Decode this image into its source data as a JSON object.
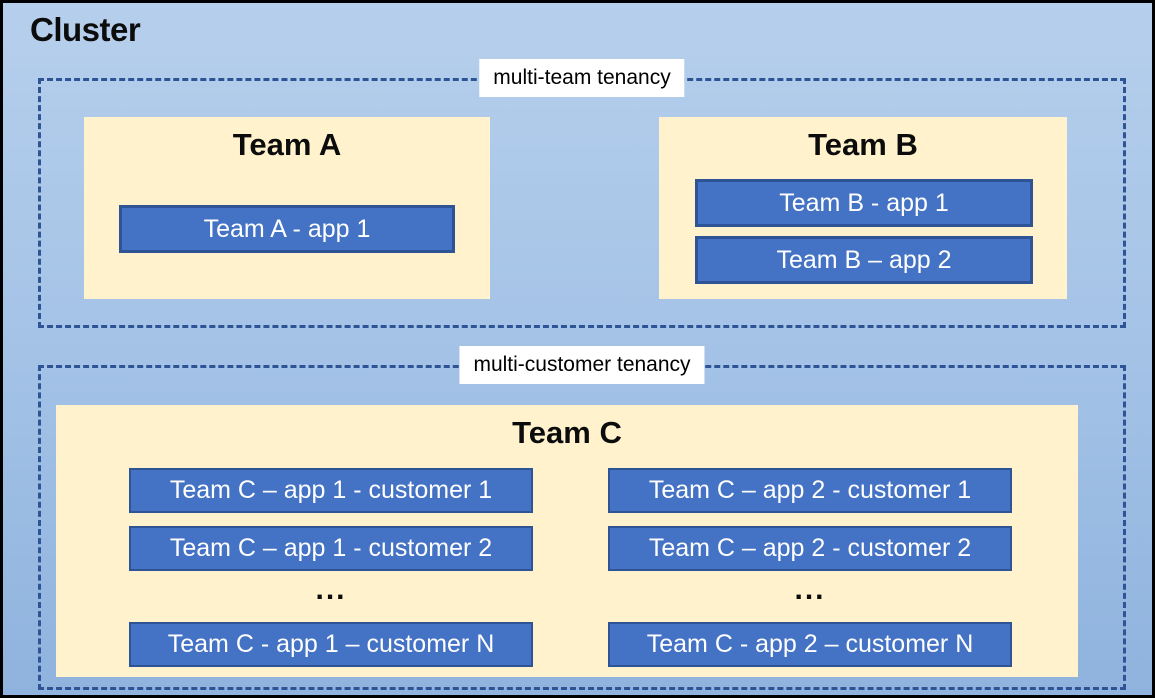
{
  "cluster": {
    "title": "Cluster"
  },
  "zone1": {
    "label": "multi-team tenancy",
    "team_a": {
      "name": "Team A",
      "app1": "Team A - app 1"
    },
    "team_b": {
      "name": "Team B",
      "app1": "Team B - app 1",
      "app2": "Team B – app 2"
    }
  },
  "zone2": {
    "label": "multi-customer tenancy",
    "team_c": {
      "name": "Team C",
      "col1": {
        "app1": "Team C – app 1 - customer 1",
        "app2": "Team C – app 1 - customer 2",
        "ellipsis": "...",
        "appN": "Team C - app 1 – customer N"
      },
      "col2": {
        "app1": "Team C – app 2 - customer 1",
        "app2": "Team C – app 2 - customer 2",
        "ellipsis": "...",
        "appN": "Team C - app 2 – customer N"
      }
    }
  },
  "colors": {
    "background_top": "#B6CFEC",
    "background_bottom": "#8FB3DE",
    "outer_border": "#000000",
    "dashed_border": "#2F5496",
    "team_box_fill": "#FFF2CC",
    "app_box_fill": "#4472C4",
    "app_box_border": "#2F5496",
    "app_box_text": "#FFFFFF",
    "zone_label_bg": "#FFFFFF",
    "zone_label_text": "#000000",
    "title_text": "#0C0C0C"
  }
}
